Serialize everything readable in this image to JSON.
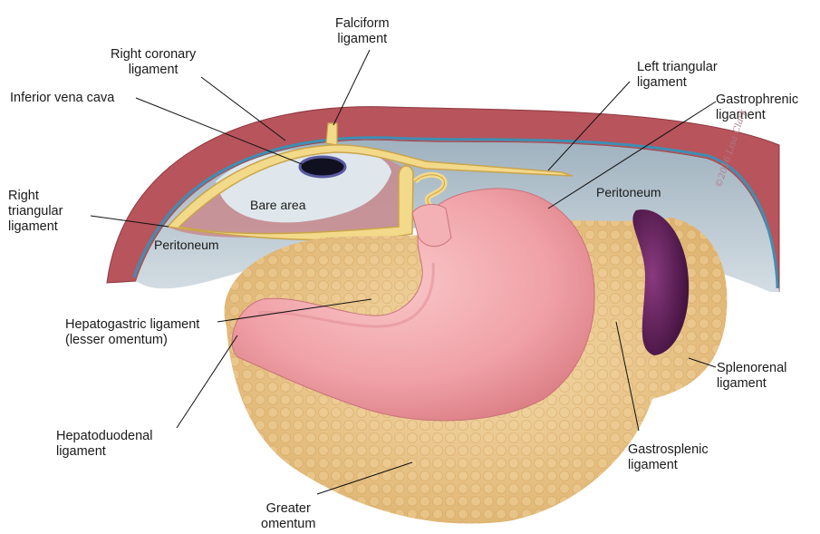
{
  "labels": {
    "falciform": [
      "Falciform",
      "ligament"
    ],
    "right_coronary": [
      "Right coronary",
      "ligament"
    ],
    "inferior_vena_cava": "Inferior vena cava",
    "right_triangular": [
      "Right",
      "triangular",
      "ligament"
    ],
    "left_triangular": [
      "Left triangular",
      "ligament"
    ],
    "gastrophrenic": [
      "Gastrophrenic",
      "ligament"
    ],
    "hepatogastric": [
      "Hepatogastric ligament",
      "(lesser omentum)"
    ],
    "hepatoduodenal": [
      "Hepatoduodenal",
      "ligament"
    ],
    "greater_omentum": [
      "Greater",
      "omentum"
    ],
    "gastrosplenic": [
      "Gastrosplenic",
      "ligament"
    ],
    "splenorenal": [
      "Splenorenal",
      "ligament"
    ]
  },
  "regions": {
    "bare_area": "Bare area",
    "peritoneum_left": "Peritoneum",
    "peritoneum_right": "Peritoneum"
  },
  "watermark": "©2016 Lisa Clark",
  "colors": {
    "diaphragm": "#b8545c",
    "peritoneum_line": "#3d8fb3",
    "cavity": "#bcc9d2",
    "bare_area": "#dfe7ec",
    "ligament": "#f3d98a",
    "ligament_stroke": "#c9a44c",
    "stomach": "#f0a2a8",
    "omentum": "#ecc990",
    "spleen": "#5b1e55",
    "ivc": "#101020"
  }
}
